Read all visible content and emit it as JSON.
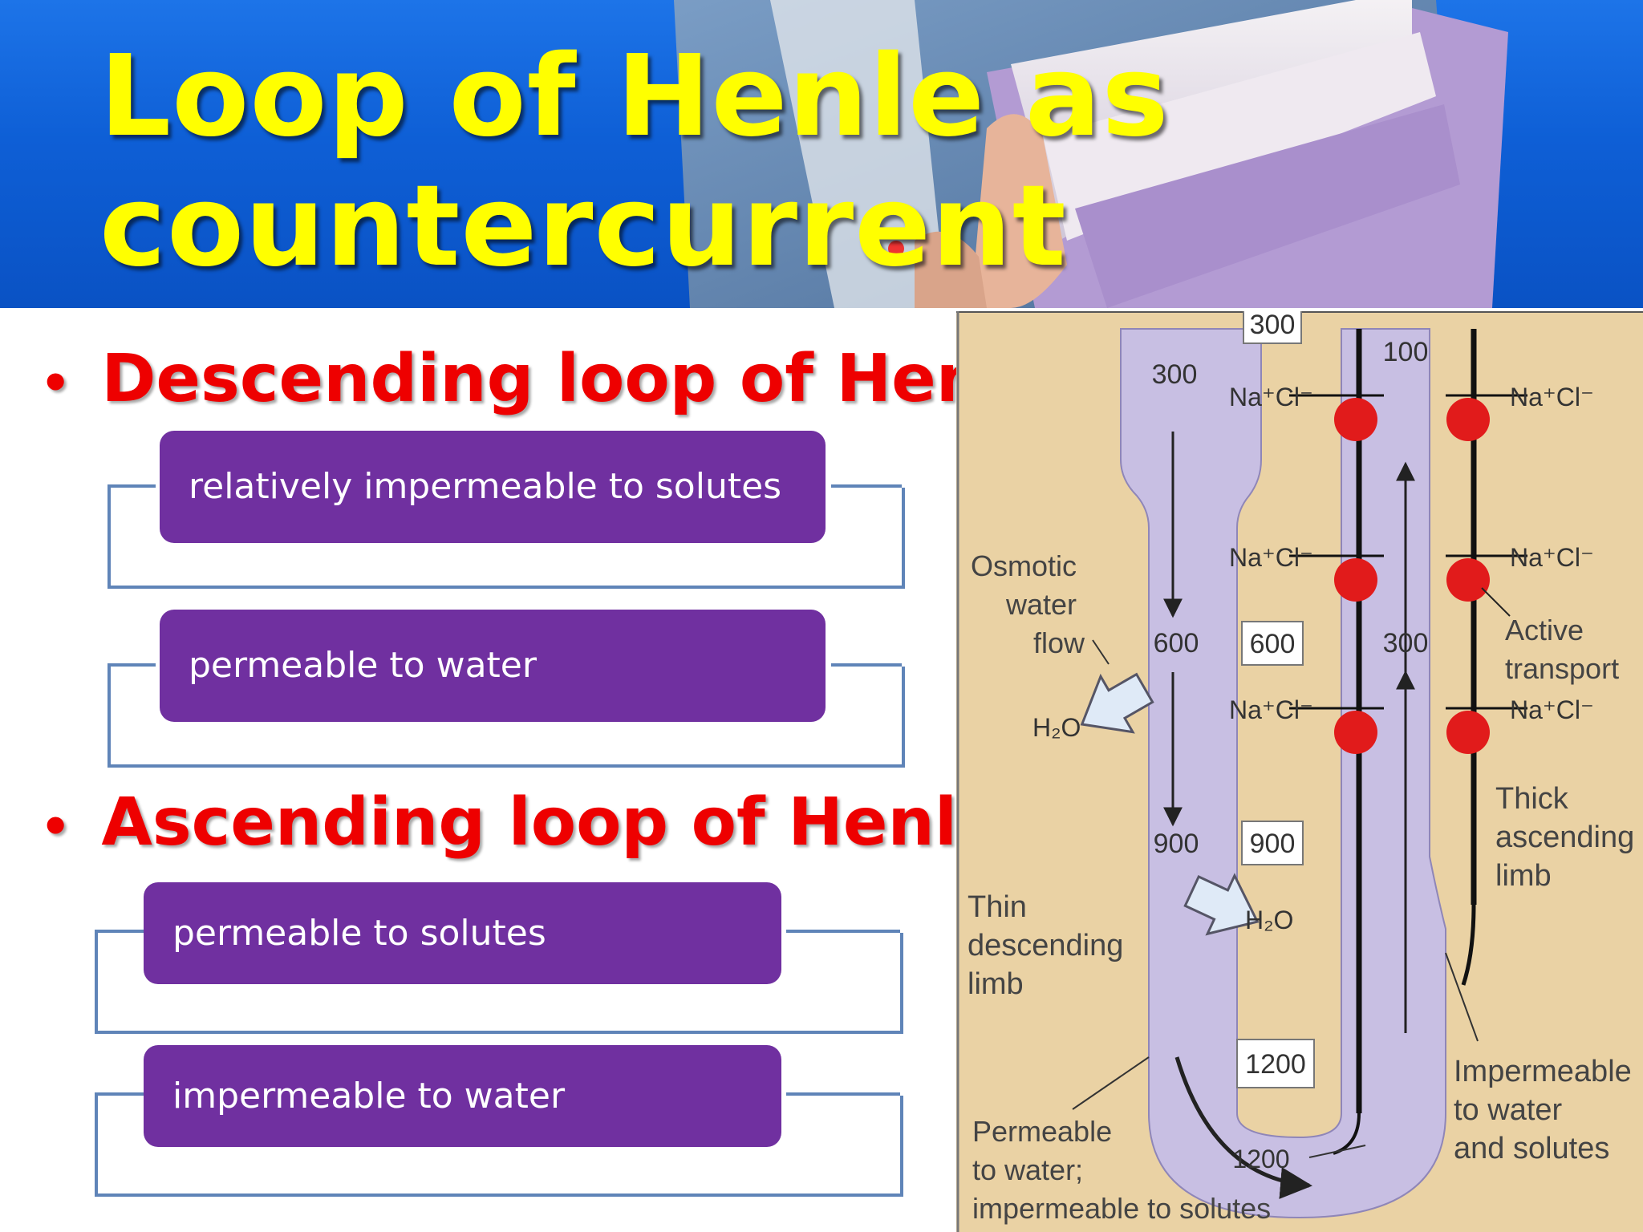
{
  "title": "Loop of Henle as countercurrent multiplier:",
  "sections": [
    {
      "heading": "Descending loop of Henle",
      "items": [
        "relatively impermeable to solutes",
        "permeable to water"
      ]
    },
    {
      "heading": "Ascending loop of Henle",
      "items": [
        "permeable to solutes",
        "impermeable to water"
      ]
    }
  ],
  "diagram": {
    "top_box": "300",
    "desc_top": "300",
    "asc_top": "100",
    "desc_mid": "600",
    "asc_mid": "300",
    "desc_low": "900",
    "box_600": "600",
    "box_900": "900",
    "box_1200": "1200",
    "bottom_1200": "1200",
    "nacl": "Na⁺Cl⁻",
    "osmotic_flow": [
      "Osmotic",
      "water",
      "flow"
    ],
    "h2o": "H₂O",
    "active_transport": [
      "Active",
      "transport"
    ],
    "thick_ascending": [
      "Thick",
      "ascending",
      "limb"
    ],
    "thin_descending": [
      "Thin",
      "descending",
      "limb"
    ],
    "impermeable_note": [
      "Impermeable",
      "to water",
      "and solutes"
    ],
    "permeable_note": [
      "Permeable",
      "to water;",
      "impermeable to solutes"
    ]
  },
  "colors": {
    "header_blue": "#0e5fd6",
    "title_yellow": "#ffff00",
    "heading_red": "#ee0000",
    "box_purple": "#7030a0",
    "bracket_blue": "#5f84b8",
    "loop_lavender": "#c8bfe3",
    "diagram_bg": "#ead2a4",
    "pump_red": "#e11b1b"
  }
}
